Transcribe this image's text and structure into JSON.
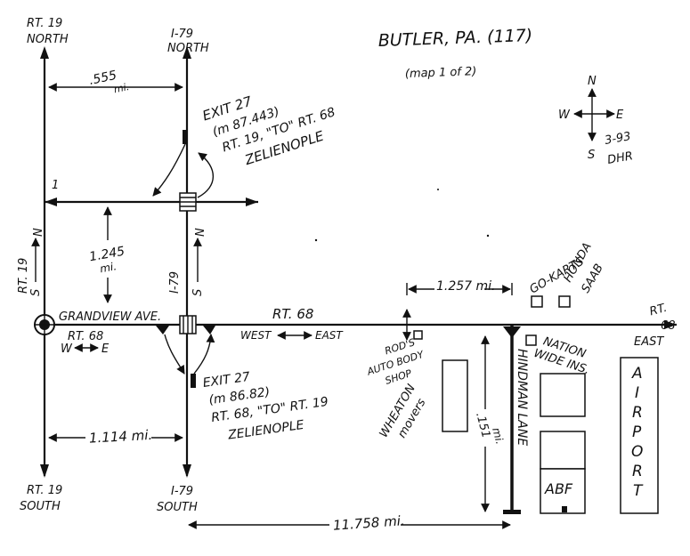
{
  "title": "BUTLER, PA. (117)",
  "subtitle": "(map 1 of 2)",
  "compass": {
    "n": "N",
    "s": "S",
    "e": "E",
    "w": "W"
  },
  "stamp": {
    "date": "3-93",
    "author": "DHR"
  },
  "roads": {
    "rt19_north_1": "RT. 19",
    "rt19_north_2": "NORTH",
    "rt19_south_1": "RT. 19",
    "rt19_south_2": "SOUTH",
    "i79_north_1": "I-79",
    "i79_north_2": "NORTH",
    "i79_south_1": "I-79",
    "i79_south_2": "SOUTH",
    "rt19_side": "RT. 19",
    "rt19_side_n": "N",
    "rt19_side_s": "S",
    "i79_side": "I-79",
    "i79_side_n": "N",
    "i79_side_s": "S",
    "grandview": "GRANDVIEW AVE.",
    "rt68_main": "RT. 68",
    "rt68_west": "RT. 68",
    "rt68_w": "W",
    "rt68_e": "E",
    "rt68_east_1": "RT.",
    "rt68_east_2": "68",
    "rt68_east_3": "EAST",
    "west_label": "WEST",
    "east_label": "EAST",
    "hindman": "HINDMAN LANE",
    "top_left_road": "1"
  },
  "exits": {
    "north": [
      "EXIT 27",
      "(m 87.443)",
      "RT. 19, \"TO\" RT. 68",
      "ZELIENOPLE"
    ],
    "south": [
      "EXIT 27",
      "(m 86.82)",
      "RT. 68, \"TO\" RT. 19",
      "ZELIENOPLE"
    ]
  },
  "distances": {
    "d_555_1": ".555",
    "d_555_2": "mi.",
    "d_1245_1": "1.245",
    "d_1245_2": "mi.",
    "d_1257": "1.257 mi.",
    "d_151_1": ".151",
    "d_151_2": "mi.",
    "d_1114": "1.114 mi.",
    "d_11758": "11.758 mi."
  },
  "landmarks": {
    "go_karts": "GO-KARTS",
    "honda_1": "HONDA",
    "honda_2": "SAAB",
    "rods_1": "ROD'S",
    "rods_2": "AUTO BODY",
    "rods_3": "SHOP",
    "wheaton_1": "WHEATON",
    "wheaton_2": "movers",
    "nation_1": "NATION",
    "nation_2": "WIDE INS.",
    "abf": "ABF",
    "airport": [
      "A",
      "I",
      "R",
      "P",
      "O",
      "R",
      "T"
    ]
  }
}
